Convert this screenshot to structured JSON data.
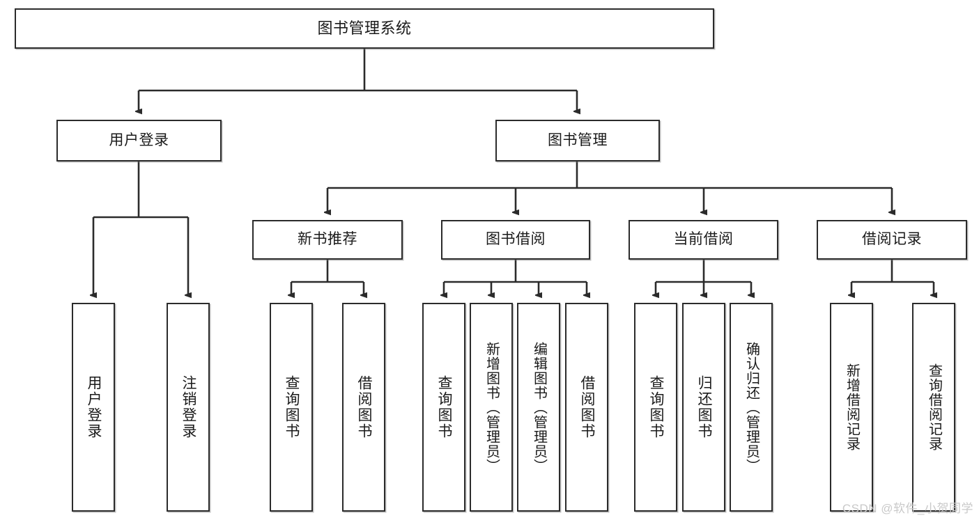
{
  "diagram": {
    "title_text": "图书管理系统",
    "watermark": "CSDN @软件_小贺同学",
    "line_color": "#2b2b2b",
    "box_fill": "#ffffff",
    "text_color": "#1a1a1a",
    "watermark_color": "#c9c9c9"
  },
  "nodes": {
    "root": {
      "label": "图书管理系统",
      "level": 1
    },
    "l2": [
      {
        "label": "用户登录",
        "level": 2
      },
      {
        "label": "图书管理",
        "level": 2
      }
    ],
    "l3": [
      {
        "label": "新书推荐",
        "level": 3
      },
      {
        "label": "图书借阅",
        "level": 3
      },
      {
        "label": "当前借阅",
        "level": 3
      },
      {
        "label": "借阅记录",
        "level": 3
      }
    ],
    "leaves": {
      "user_login": [
        {
          "label": "用户登录"
        },
        {
          "label": "注销登录"
        }
      ],
      "new_book": [
        {
          "label": "查询图书"
        },
        {
          "label": "借阅图书"
        }
      ],
      "borrow": [
        {
          "label": "查询图书"
        },
        {
          "label": "新增图书（管理员）"
        },
        {
          "label": "编辑图书（管理员）"
        },
        {
          "label": "借阅图书"
        }
      ],
      "current": [
        {
          "label": "查询图书"
        },
        {
          "label": "归还图书"
        },
        {
          "label": "确认归还（管理员）"
        }
      ],
      "records": [
        {
          "label": "新增借阅记录"
        },
        {
          "label": "查询借阅记录"
        }
      ]
    }
  }
}
